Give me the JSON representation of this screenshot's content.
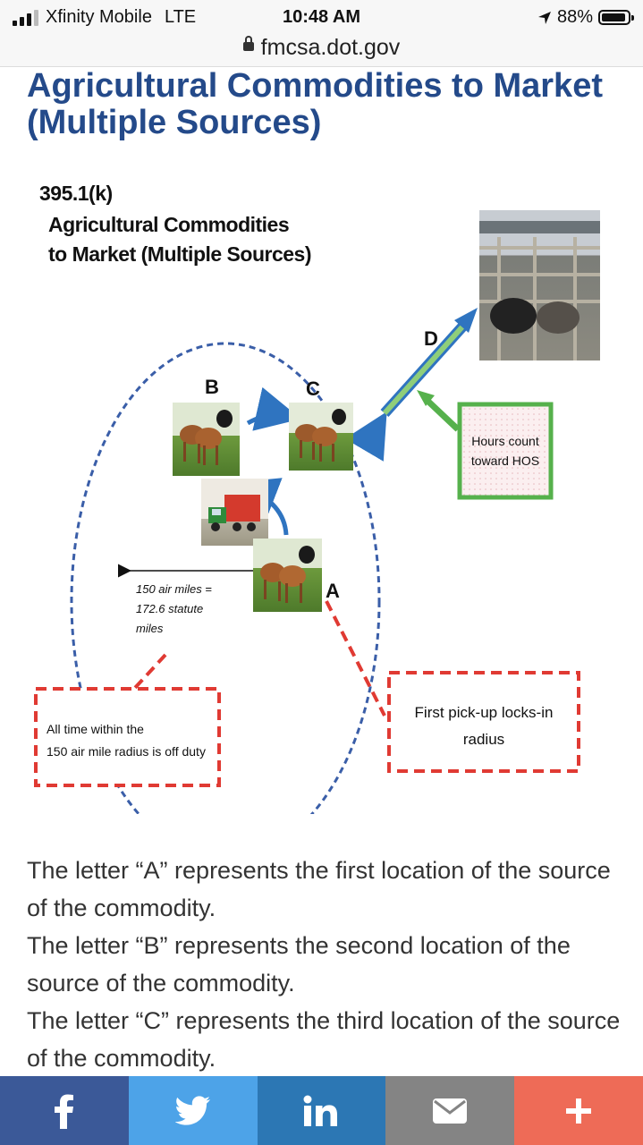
{
  "status_bar": {
    "carrier": "Xfinity Mobile",
    "network": "LTE",
    "time": "10:48 AM",
    "battery": "88%"
  },
  "url_bar": {
    "domain": "fmcsa.dot.gov"
  },
  "article": {
    "title": "Agricultural Commodities to Market (Multiple Sources)"
  },
  "diagram": {
    "code": "395.1(k)",
    "heading_line1": "Agricultural Commodities",
    "heading_line2": "to Market (Multiple Sources)",
    "label_a": "A",
    "label_b": "B",
    "label_c": "C",
    "label_d": "D",
    "radius_line1": "150 air miles =",
    "radius_line2": "172.6 statute",
    "radius_line3": "miles",
    "hos_line1": "Hours count",
    "hos_line2": "toward HOS",
    "pickup_line1": "First pick-up locks-in",
    "pickup_line2": "radius",
    "offduty_line1": "All time within the",
    "offduty_line2": "150 air mile radius is off duty"
  },
  "body": {
    "para_a": "The letter “A” represents the first location of the source of the commodity.",
    "para_b": "The letter “B” represents the second location of the source of the commodity.",
    "para_c": "The letter “C” represents the third location of the source of the commodity."
  },
  "share_bar": {
    "buttons": [
      {
        "icon": "facebook-icon",
        "color": "#3b5998"
      },
      {
        "icon": "twitter-icon",
        "color": "#4da3e8"
      },
      {
        "icon": "linkedin-icon",
        "color": "#2c77b4"
      },
      {
        "icon": "email-icon",
        "color": "#848484"
      },
      {
        "icon": "plus-icon",
        "color": "#ee6b57"
      }
    ]
  }
}
